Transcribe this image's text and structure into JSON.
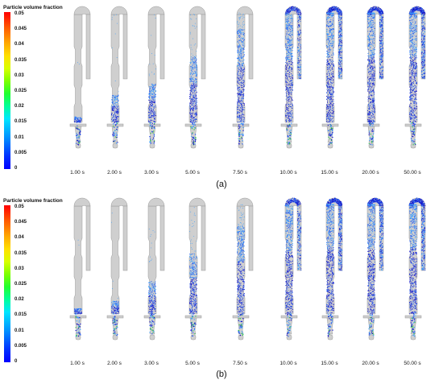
{
  "colorbar": {
    "title": "Particle volume fraction",
    "ticks": [
      "0.05",
      "0.045",
      "0.04",
      "0.035",
      "0.03",
      "0.025",
      "0.02",
      "0.015",
      "0.01",
      "0.005",
      "0"
    ]
  },
  "panels": [
    {
      "label": "(a)",
      "times": [
        "1.00 s",
        "2.00 s",
        "3.00 s",
        "5.00 s",
        "7.50 s",
        "10.00 s",
        "15.00 s",
        "20.00 s",
        "50.00 s"
      ],
      "fill_levels": [
        0.05,
        0.25,
        0.35,
        0.6,
        0.85,
        0.95,
        1.0,
        1.0,
        1.0
      ]
    },
    {
      "label": "(b)",
      "times": [
        "1.00 s",
        "2.00 s",
        "3.00 s",
        "5.00 s",
        "7.50 s",
        "10.00 s",
        "15.00 s",
        "20.00 s",
        "50.00 s"
      ],
      "fill_levels": [
        0.05,
        0.12,
        0.3,
        0.55,
        0.8,
        0.95,
        1.0,
        1.0,
        1.0
      ]
    }
  ],
  "colors": {
    "particle_dense": "#1414c8",
    "particle_mid": "#2a5ff0",
    "particle_light": "#3ea0ff",
    "particle_green": "#30c050",
    "geometry": "#cfcfcf",
    "geometry_edge": "#9a9a9a"
  }
}
